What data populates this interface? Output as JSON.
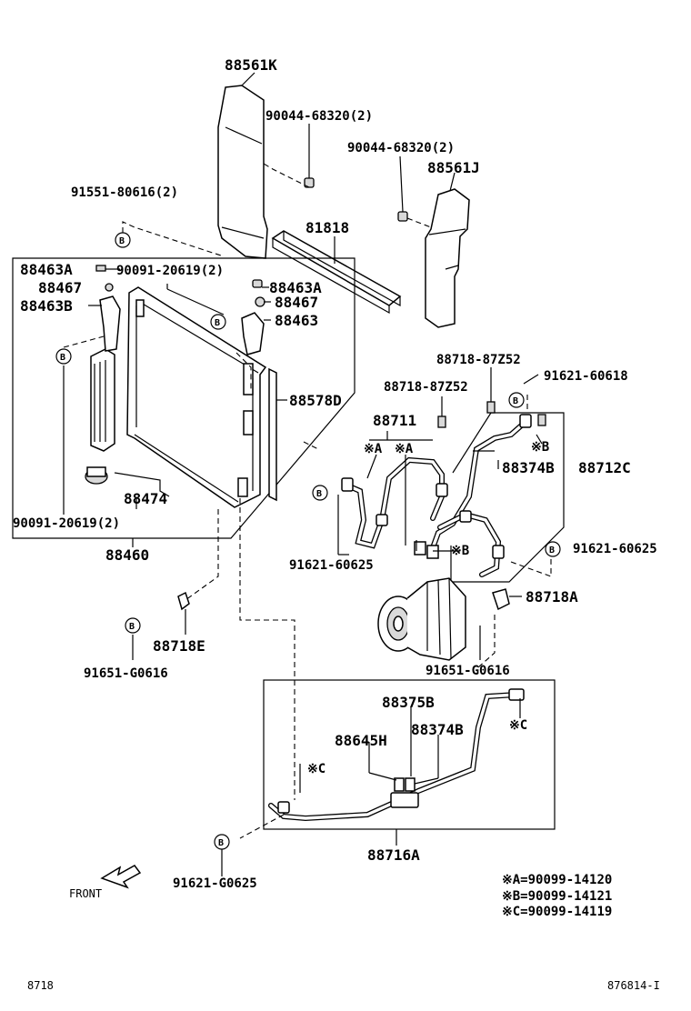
{
  "labels": {
    "shroud_upper_k": "88561K",
    "bolt_k": "90044-68320(2)",
    "bolt_j": "90044-68320(2)",
    "shroud_j": "88561J",
    "clip_left": "91551-80616(2)",
    "seal_81818": "81818",
    "bracket_a_left": "88463A",
    "bolt_20619_top": "90091-20619(2)",
    "bracket_a_right": "88463A",
    "cushion_left": "88467",
    "cushion_right": "88467",
    "bracket_b": "88463B",
    "bracket_88463": "88463",
    "seal_88578d": "88578D",
    "drier": "88474",
    "bolt_20619_bottom": "90091-20619(2)",
    "condenser": "88460",
    "bolt_87z52_a": "88718-87Z52",
    "bolt_87z52_b": "88718-87Z52",
    "bolt_60618": "91621-60618",
    "hose_88711": "88711",
    "note_a1": "※A",
    "note_a2": "※A",
    "note_b1": "※B",
    "note_b2": "※B",
    "note_c1": "※C",
    "note_c2": "※C",
    "oring_88374b_top": "88374B",
    "pipe_88712c": "88712C",
    "bolt_60625_left": "91621-60625",
    "bolt_60625_right": "91621-60625",
    "bracket_88718a": "88718A",
    "bracket_88718e": "88718E",
    "bolt_g0616_left": "91651-G0616",
    "bolt_g0616_right": "91651-G0616",
    "oring_88375b": "88375B",
    "valve_88645h": "88645H",
    "oring_88374b_bottom": "88374B",
    "bolt_g0625": "91621-G0625",
    "pipe_88716a": "88716A",
    "front": "FRONT",
    "legend_a": "※A=90099-14120",
    "legend_b": "※B=90099-14121",
    "legend_c": "※C=90099-14119",
    "page_code": "8718",
    "illustration_code": "876814-I"
  },
  "badge_letter": "B"
}
